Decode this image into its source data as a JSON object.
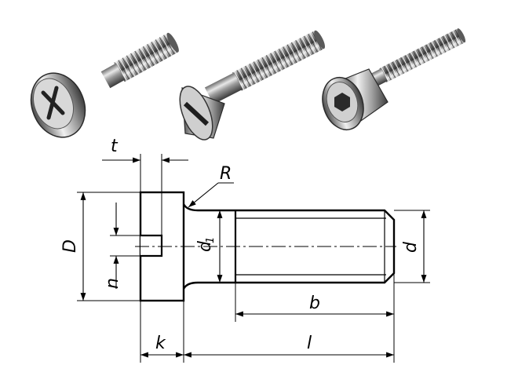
{
  "photos": [
    {
      "name": "pan-head-phillips-screw"
    },
    {
      "name": "countersunk-slotted-screw"
    },
    {
      "name": "socket-head-cap-screw"
    }
  ],
  "labels": {
    "t": "t",
    "R": "R",
    "D": "D",
    "n": "n",
    "d1_main": "d",
    "d1_sub": "1",
    "d": "d",
    "b": "b",
    "k": "k",
    "l": "l"
  }
}
